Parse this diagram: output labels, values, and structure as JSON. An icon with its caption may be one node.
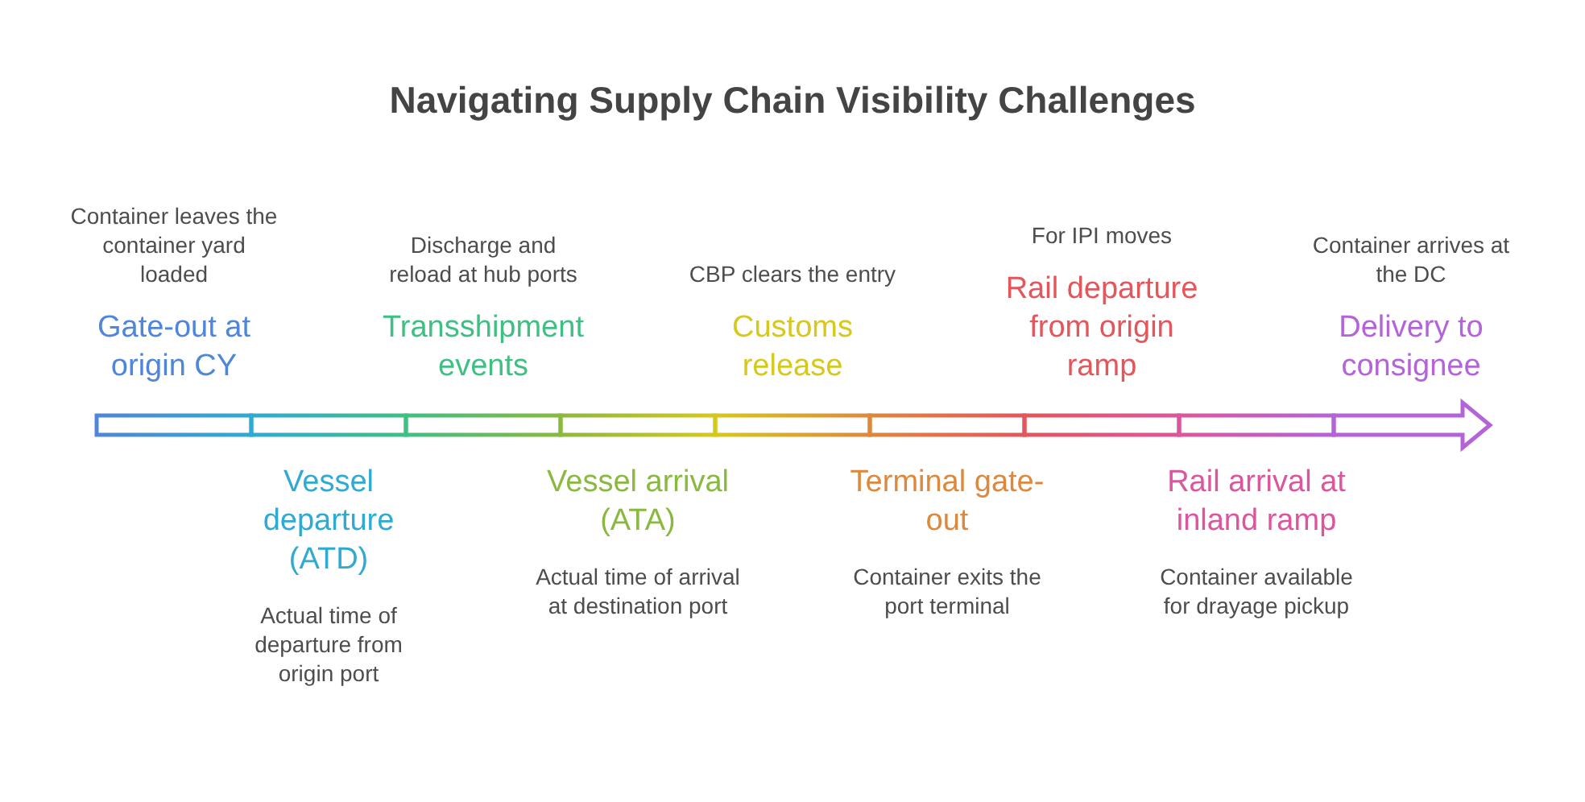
{
  "diagram": {
    "title": "Navigating Supply Chain Visibility Challenges",
    "nodes": [
      {
        "text": [
          "Gate-out at origin CY"
        ],
        "beside": [
          "Container leaves the container yard loaded"
        ]
      },
      {
        "text": [
          "Vessel departure (ATD)"
        ],
        "beside": [
          "Actual time of departure from origin port"
        ]
      },
      {
        "text": [
          "Transshipment events"
        ],
        "beside": [
          "Discharge and reload at hub ports"
        ]
      },
      {
        "text": [
          "Vessel arrival (ATA)"
        ],
        "beside": [
          "Actual time of arrival at destination port"
        ]
      },
      {
        "text": [
          "Customs release"
        ],
        "beside": [
          "CBP clears the entry"
        ]
      },
      {
        "text": [
          "Terminal gate-out"
        ],
        "beside": [
          "Container exits the port terminal"
        ]
      },
      {
        "text": [
          "Rail departure from origin ramp"
        ],
        "beside": [
          "For IPI moves"
        ]
      },
      {
        "text": [
          "Rail arrival at inland ramp"
        ],
        "beside": [
          "Container available for drayage pickup"
        ]
      },
      {
        "text": [
          "Delivery to consignee"
        ],
        "beside": [
          "Container arrives at the DC"
        ]
      }
    ]
  }
}
